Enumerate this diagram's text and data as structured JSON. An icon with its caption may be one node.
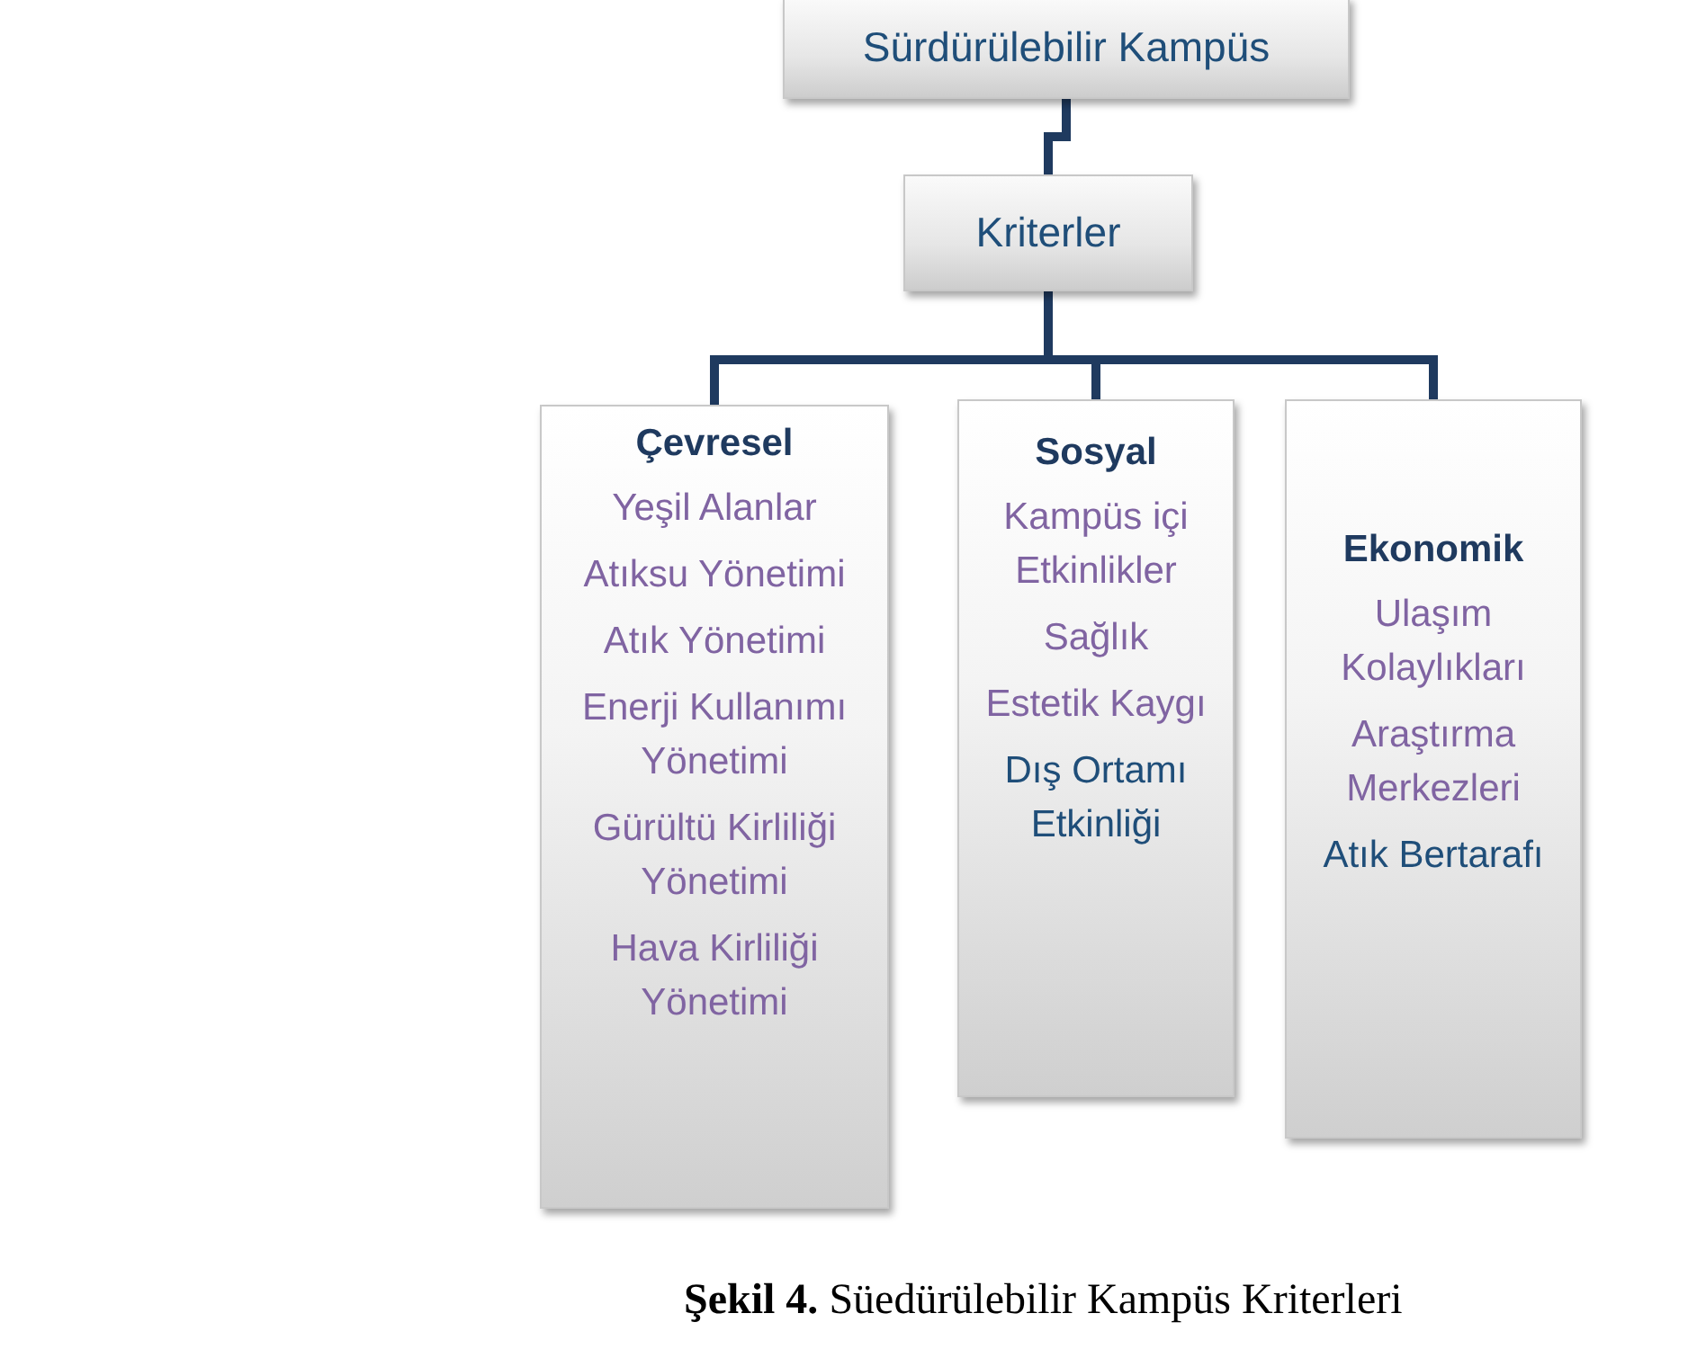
{
  "diagram": {
    "caption": "**Şekil 4.** Süedürülebilir Kampüs Kriterleri",
    "nodes": [
      {
        "text": [
          "Sürdürülebilir Kampüs"
        ]
      },
      {
        "text": [
          "Kriterler"
        ]
      },
      {
        "text": [
          "Çevresel",
          "Yeşil Alanlar",
          "Atıksu Yönetimi",
          "Atık Yönetimi",
          "Enerji Kullanımı Yönetimi",
          "Gürültü Kirliliği Yönetimi",
          "Hava Kirliliği Yönetimi"
        ]
      },
      {
        "text": [
          "Sosyal",
          "Kampüs içi Etkinlikler",
          "Sağlık",
          "Estetik Kaygı",
          "Dış Ortamı Etkinliği"
        ]
      },
      {
        "text": [
          "Ekonomik",
          "Ulaşım Kolaylıkları",
          "Araştırma Merkezleri",
          "Atık Bertarafı"
        ]
      }
    ],
    "edges": [
      {
        "from": 0,
        "to": 1,
        "arrow": "none"
      },
      {
        "from": 1,
        "to": 2,
        "arrow": "none"
      },
      {
        "from": 1,
        "to": 3,
        "arrow": "none"
      },
      {
        "from": 1,
        "to": 4,
        "arrow": "none"
      }
    ]
  }
}
